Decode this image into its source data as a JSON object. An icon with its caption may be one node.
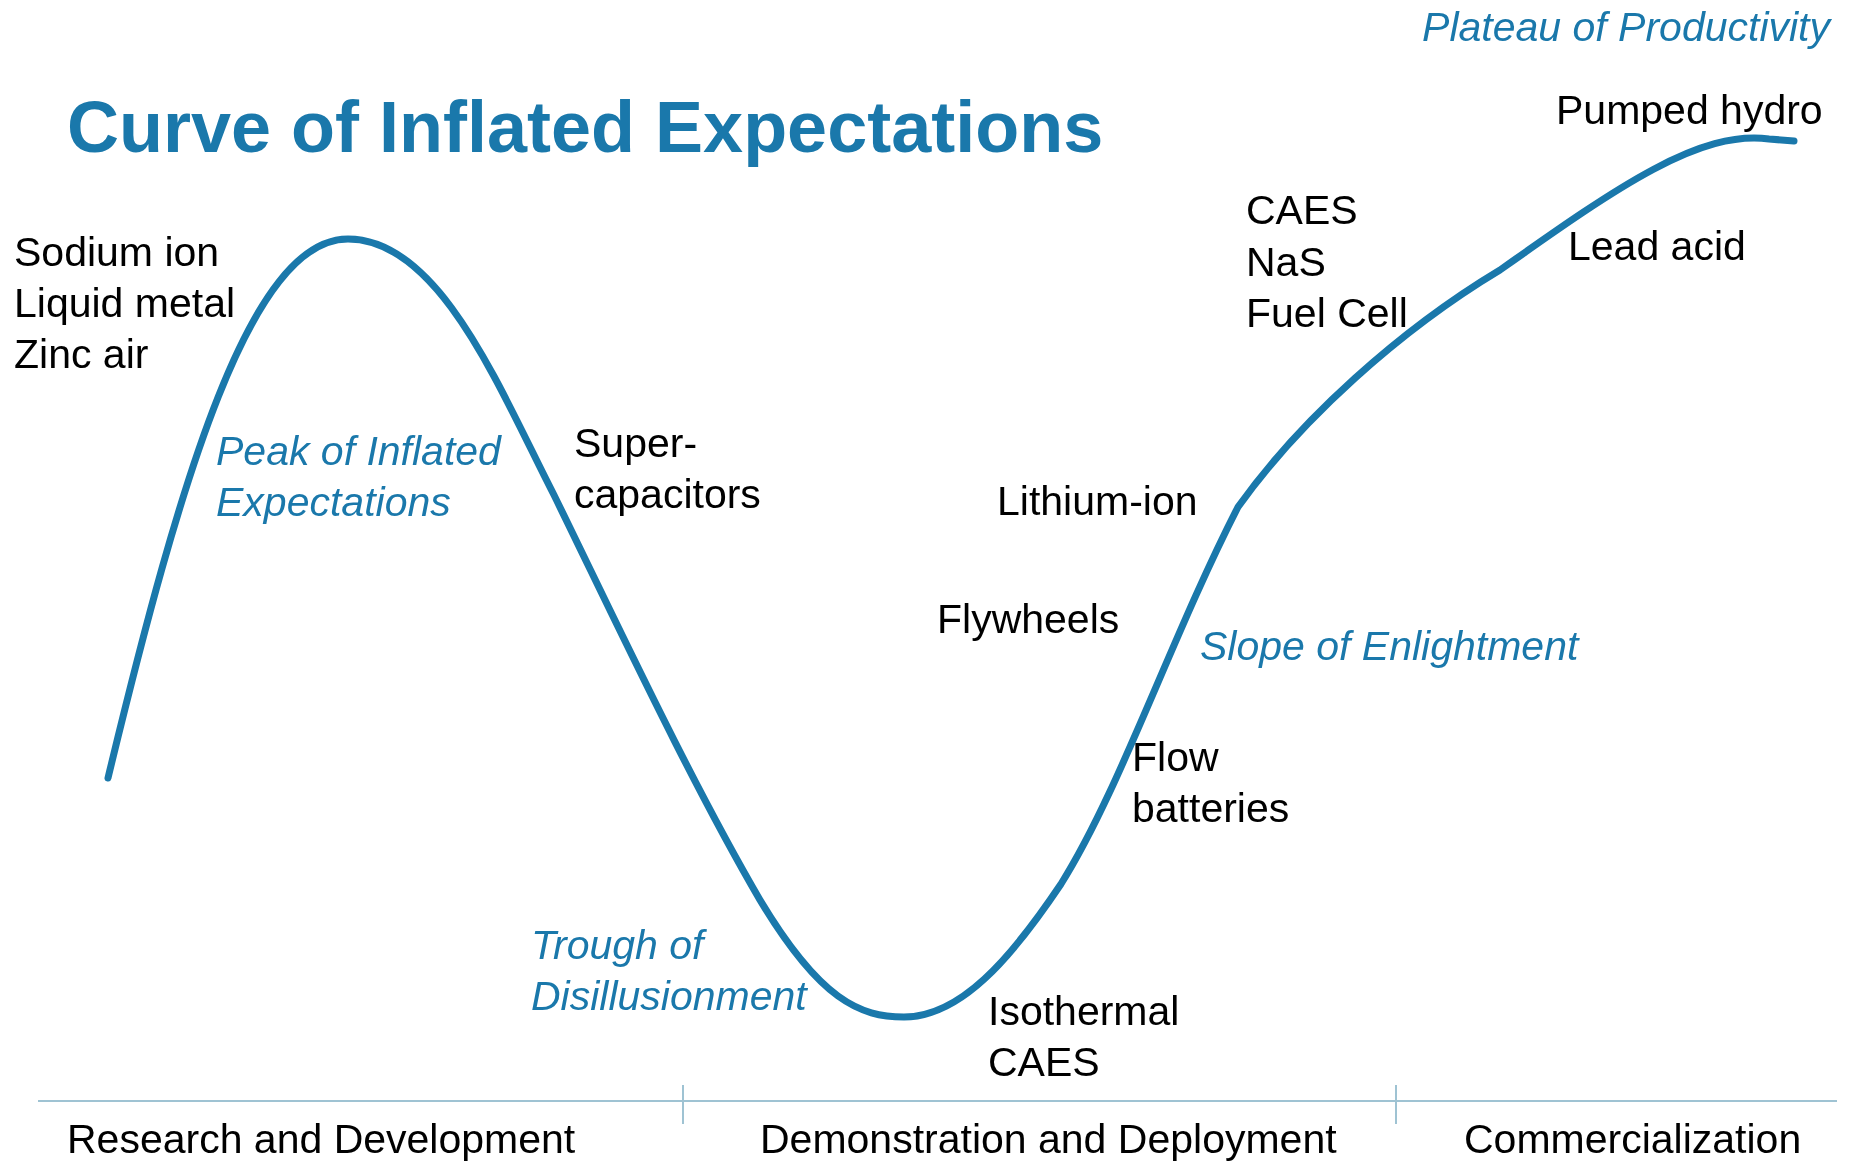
{
  "diagram": {
    "title": "Curve of Inflated Expectations",
    "labels": [
      "Plateau of Productivity",
      "Pumped hydro",
      "CAES",
      "Sodium ion",
      "Lead acid",
      "NaS",
      "Liquid metal",
      "Fuel Cell",
      "Zinc air",
      "Peak of Inflated Expectations",
      "Super- capacitors",
      "Lithium-ion",
      "Flywheels",
      "Slope of Enlightment",
      "Flow batteries",
      "Trough of Disillusionment",
      "Isothermal CAES",
      "Research and Development",
      "Demonstration and Deployment",
      "Commercialization"
    ]
  }
}
